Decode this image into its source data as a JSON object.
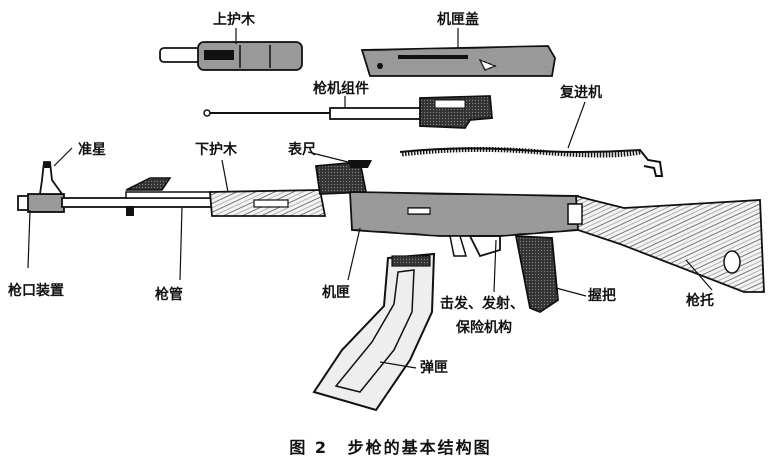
{
  "labels": {
    "upper_handguard": "上护木",
    "receiver_cover": "机匣盖",
    "bolt_carrier_group": "枪机组件",
    "recoil_spring": "复进机",
    "front_sight": "准星",
    "lower_handguard": "下护木",
    "rear_sight": "表尺",
    "muzzle_device": "枪口装置",
    "barrel": "枪管",
    "receiver": "机匣",
    "trigger_line1": "击发、发射、",
    "trigger_line2": "保险机构",
    "pistol_grip": "握把",
    "stock": "枪托",
    "magazine": "弹匣"
  },
  "caption": {
    "number": "图 2",
    "text": "步枪的基本结构图"
  },
  "colors": {
    "ink": "#111111",
    "paper": "#ffffff"
  }
}
